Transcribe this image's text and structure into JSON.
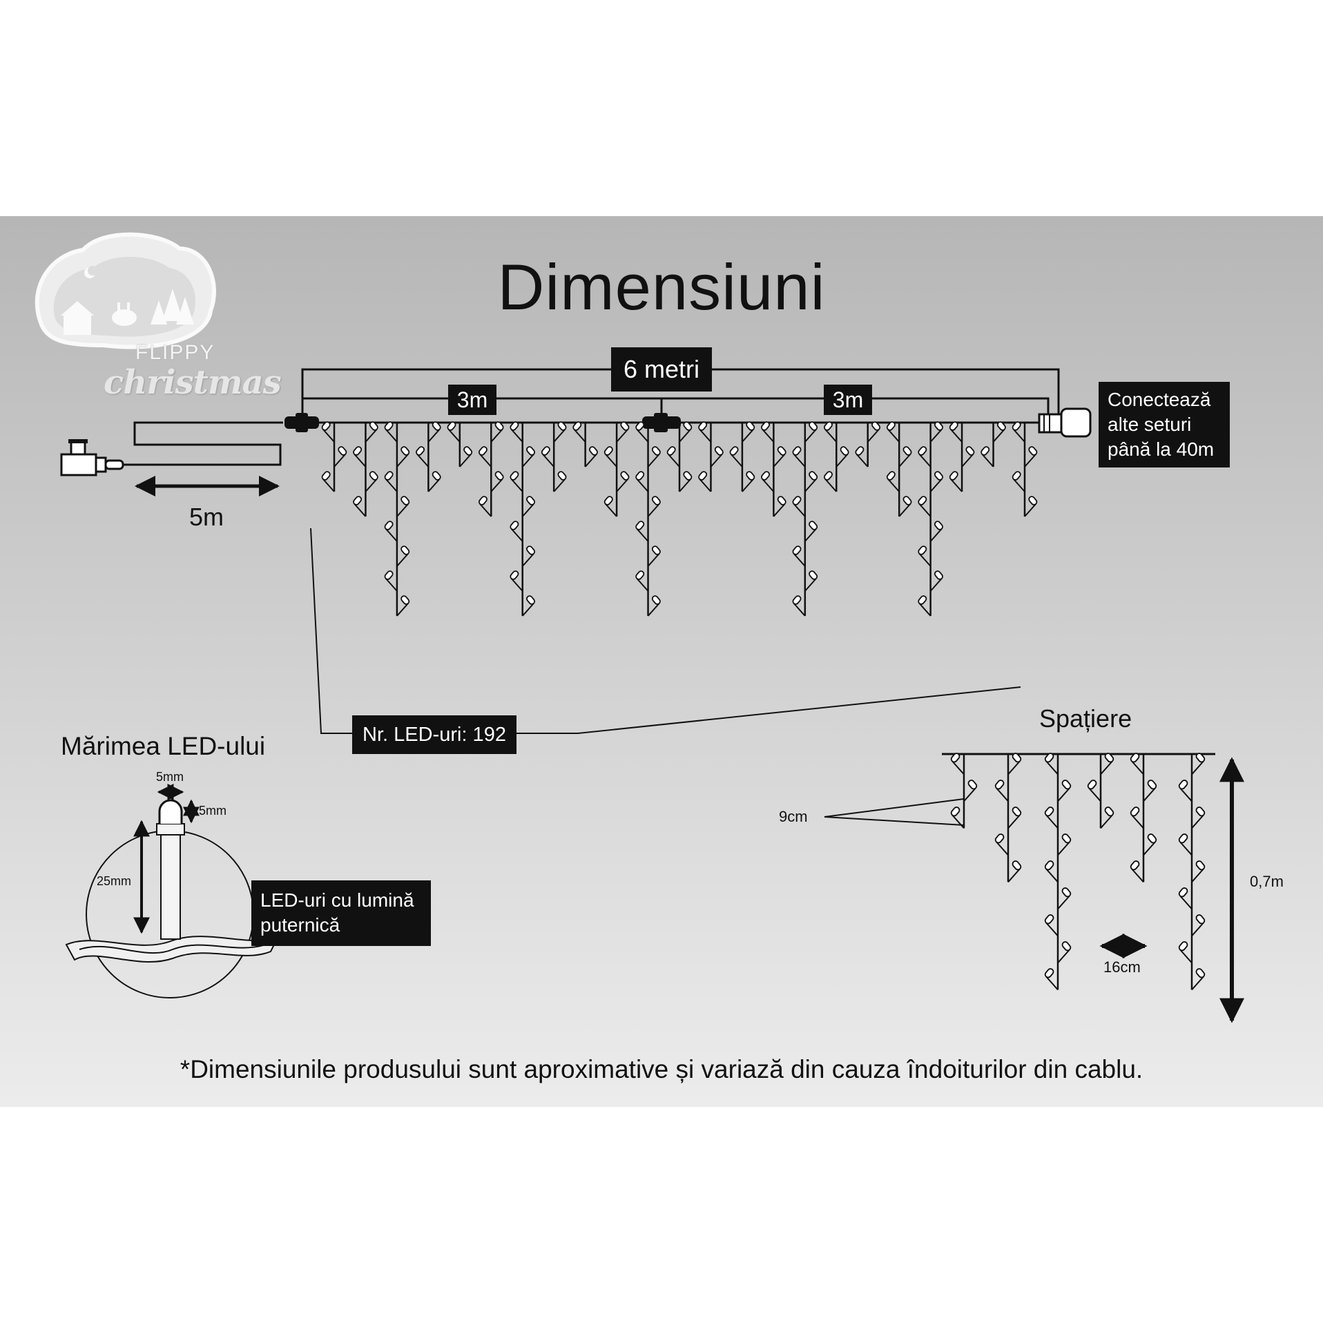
{
  "title": "Dimensiuni",
  "logo": {
    "line1": "FLIPPY",
    "line2": "christmas"
  },
  "dimensions": {
    "total_length": "6 metri",
    "half_length_left": "3m",
    "half_length_right": "3m",
    "lead_cable": "5m",
    "connect_note": [
      "Conectează",
      "alte seturi",
      "până la 40m"
    ],
    "led_count": "Nr. LED-uri: 192"
  },
  "led_size": {
    "heading": "Mărimea LED-ului",
    "width": "5mm",
    "height": "5mm",
    "length": "25mm",
    "note": [
      "LED-uri cu lumină",
      "puternică"
    ]
  },
  "spacing": {
    "heading": "Spațiere",
    "vertical": "9cm",
    "horizontal": "16cm",
    "drop": "0,7m"
  },
  "footnote": "*Dimensiunile produsului sunt aproximative și variază din cauza îndoiturilor din cablu.",
  "colors": {
    "panel_top": "#b6b6b6",
    "panel_bottom": "#ececec",
    "ink": "#111111",
    "label_bg": "#111111",
    "label_text": "#ffffff"
  }
}
